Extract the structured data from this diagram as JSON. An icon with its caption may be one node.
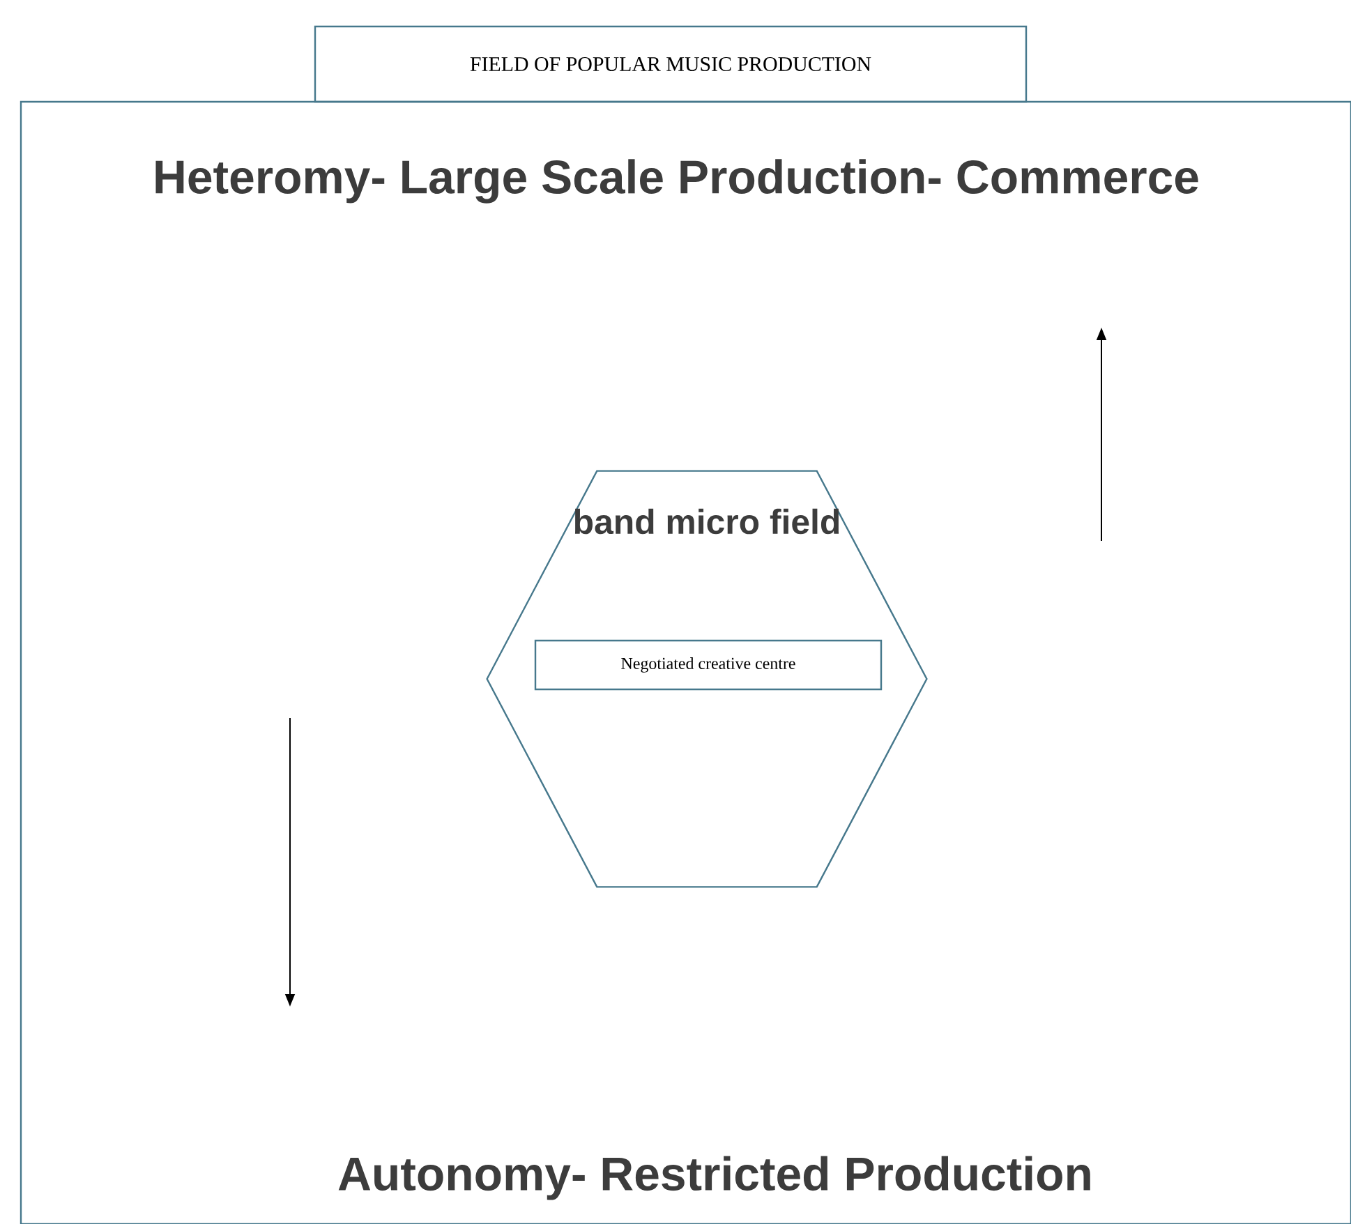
{
  "diagram": {
    "nodes": [
      {
        "text": [
          "FIELD OF POPULAR MUSIC PRODUCTION"
        ]
      },
      {
        "text": [
          "Heteromy-  Large Scale Production-  Commerce",
          "Autonomy- Restricted Production"
        ]
      },
      {
        "text": [
          "band micro field"
        ],
        "in": 1
      },
      {
        "text": [
          "Negotiated creative centre"
        ],
        "in": 2
      }
    ]
  }
}
